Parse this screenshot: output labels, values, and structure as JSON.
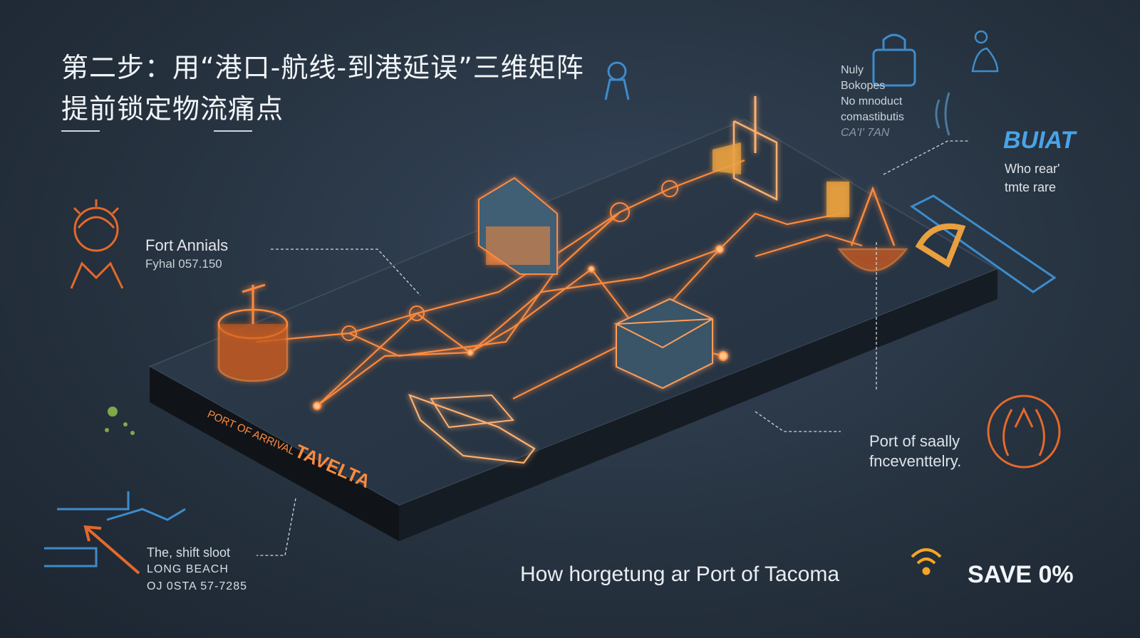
{
  "header": {
    "line1": "第二步：用“港口-航线-到港延误”三维矩阵",
    "line2": "提前锁定物流痛点"
  },
  "labels": {
    "arrival_title": "Fort Annials",
    "arrival_sub": "Fyhal 057.150",
    "topright_1": "Nuly",
    "topright_2": "Bokopes",
    "topright_3": "No mnoduct",
    "topright_4": "comastibutis",
    "topright_5": "CA'I' 7AN",
    "buiat": "BUIAT",
    "who_1": "Who rear'",
    "who_2": "tmte rare",
    "sally_1": "Port of saally",
    "sally_2": "fnceventtelry.",
    "shift_1": "The, shift sloot",
    "shift_2": "LONG BEACH",
    "shift_3": "OJ 0STA 57-7285",
    "board_edge_1": "PORT OF ARRIVAL",
    "board_edge_2": "TAVELTA"
  },
  "footer": {
    "tagline": "How horgetung ar Port of Tacoma",
    "save_label": "SAVE 0%"
  },
  "colors": {
    "accent_orange": "#ff8a3d",
    "accent_blue": "#4aa3e6",
    "background": "#26323f"
  },
  "icons": [
    "person-icon",
    "wifi-icon",
    "wreath-badge-icon",
    "lock-icon",
    "crane-icon",
    "ship-icon",
    "warehouse-icon"
  ]
}
